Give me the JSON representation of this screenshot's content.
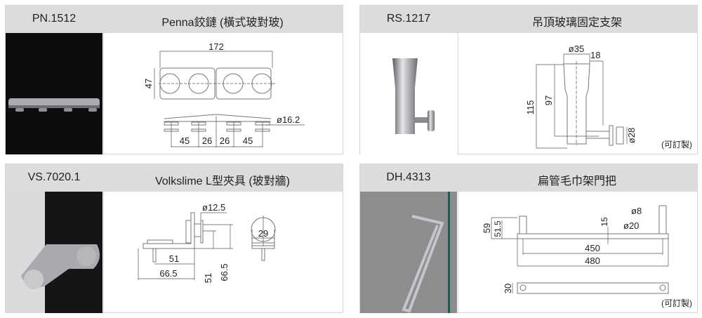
{
  "products": [
    {
      "code": "PN.1512",
      "title": "Penna鉸鏈 (橫式玻對玻)",
      "dims": {
        "length": "172",
        "height": "47",
        "diameter": "ø16.2",
        "spacing": [
          "45",
          "26",
          "26",
          "45"
        ]
      }
    },
    {
      "code": "RS.1217",
      "title": "吊頂玻璃固定支架",
      "dims": {
        "top_diameter": "ø35",
        "offset": "18",
        "total_height": "115",
        "inner_height": "97",
        "disc_diameter": "ø28"
      },
      "note": "(可訂製)"
    },
    {
      "code": "VS.7020.1",
      "title": "Volkslime L型夾具 (玻對牆)",
      "dims": {
        "diameter": "ø12.5",
        "height_inner": "51",
        "height_total": "66.5",
        "width_inner": "51",
        "width_total": "66.5",
        "side_width": "29"
      }
    },
    {
      "code": "DH.4313",
      "title": "扁管毛巾架門把",
      "dims": {
        "pin": "ø8",
        "post": "ø20",
        "h_total": "59",
        "h_inner": "51.5",
        "bar_thickness": "15",
        "inner_length": "450",
        "total_length": "480",
        "bar_width": "30"
      },
      "note": "(可訂製)"
    }
  ]
}
